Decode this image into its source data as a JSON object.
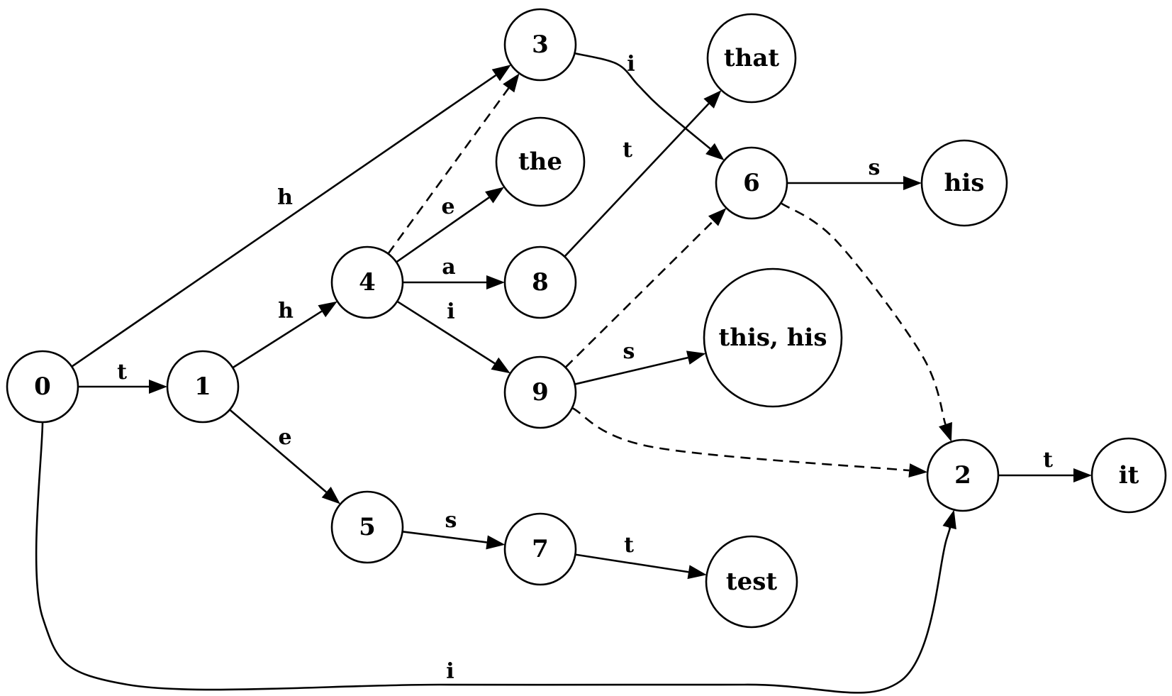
{
  "diagram": {
    "type": "Aho-Corasick automaton",
    "nodes": [
      {
        "id": "0",
        "label": "0"
      },
      {
        "id": "1",
        "label": "1"
      },
      {
        "id": "2",
        "label": "2"
      },
      {
        "id": "3",
        "label": "3"
      },
      {
        "id": "4",
        "label": "4"
      },
      {
        "id": "5",
        "label": "5"
      },
      {
        "id": "6",
        "label": "6"
      },
      {
        "id": "7",
        "label": "7"
      },
      {
        "id": "8",
        "label": "8"
      },
      {
        "id": "9",
        "label": "9"
      },
      {
        "id": "that",
        "label": "that"
      },
      {
        "id": "the",
        "label": "the"
      },
      {
        "id": "his",
        "label": "his"
      },
      {
        "id": "this_his",
        "label": "this, his"
      },
      {
        "id": "it",
        "label": "it"
      },
      {
        "id": "test",
        "label": "test"
      }
    ],
    "edges": [
      {
        "from": "0",
        "to": "3",
        "label": "h",
        "style": "solid"
      },
      {
        "from": "0",
        "to": "1",
        "label": "t",
        "style": "solid"
      },
      {
        "from": "0",
        "to": "2",
        "label": "i",
        "style": "solid"
      },
      {
        "from": "1",
        "to": "4",
        "label": "h",
        "style": "solid"
      },
      {
        "from": "1",
        "to": "5",
        "label": "e",
        "style": "solid"
      },
      {
        "from": "3",
        "to": "6",
        "label": "i",
        "style": "solid"
      },
      {
        "from": "4",
        "to": "3",
        "label": "",
        "style": "dashed"
      },
      {
        "from": "4",
        "to": "the",
        "label": "e",
        "style": "solid"
      },
      {
        "from": "4",
        "to": "8",
        "label": "a",
        "style": "solid"
      },
      {
        "from": "4",
        "to": "9",
        "label": "i",
        "style": "solid"
      },
      {
        "from": "8",
        "to": "that",
        "label": "t",
        "style": "solid"
      },
      {
        "from": "6",
        "to": "his",
        "label": "s",
        "style": "solid"
      },
      {
        "from": "6",
        "to": "2",
        "label": "",
        "style": "dashed"
      },
      {
        "from": "9",
        "to": "6",
        "label": "",
        "style": "dashed"
      },
      {
        "from": "9",
        "to": "this_his",
        "label": "s",
        "style": "solid"
      },
      {
        "from": "9",
        "to": "2",
        "label": "",
        "style": "dashed"
      },
      {
        "from": "2",
        "to": "it",
        "label": "t",
        "style": "solid"
      },
      {
        "from": "5",
        "to": "7",
        "label": "s",
        "style": "solid"
      },
      {
        "from": "7",
        "to": "test",
        "label": "t",
        "style": "solid"
      }
    ]
  }
}
